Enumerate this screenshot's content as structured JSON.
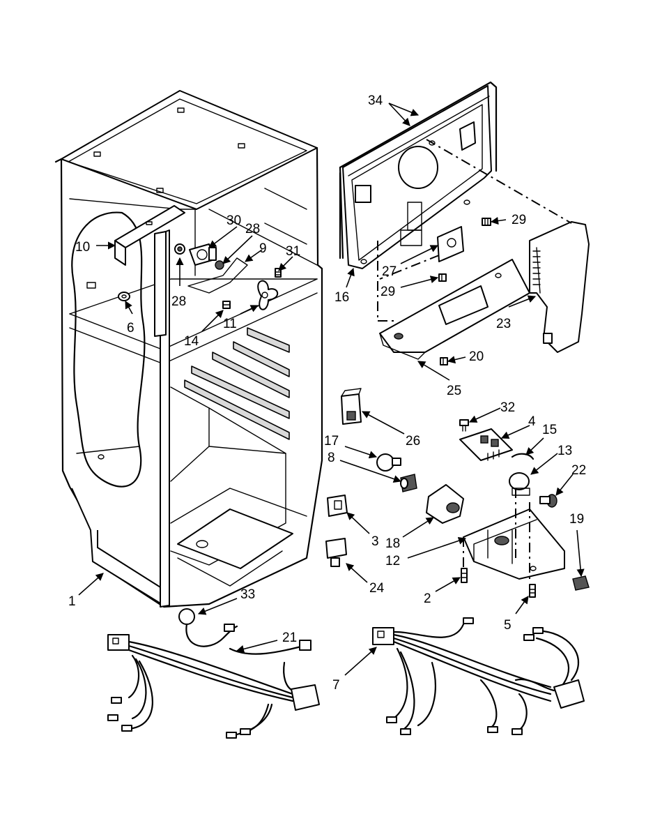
{
  "callouts": {
    "c1": "1",
    "c2": "2",
    "c3": "3",
    "c4": "4",
    "c5": "5",
    "c6": "6",
    "c7": "7",
    "c8": "8",
    "c9": "9",
    "c10": "10",
    "c11": "11",
    "c12": "12",
    "c13": "13",
    "c14": "14",
    "c15": "15",
    "c16": "16",
    "c17": "17",
    "c18": "18",
    "c19": "19",
    "c20": "20",
    "c21": "21",
    "c22": "22",
    "c23": "23",
    "c24": "24",
    "c25": "25",
    "c26": "26",
    "c27": "27",
    "c28a": "28",
    "c28b": "28",
    "c29a": "29",
    "c29b": "29",
    "c30": "30",
    "c31": "31",
    "c32": "32",
    "c33": "33",
    "c34": "34"
  }
}
